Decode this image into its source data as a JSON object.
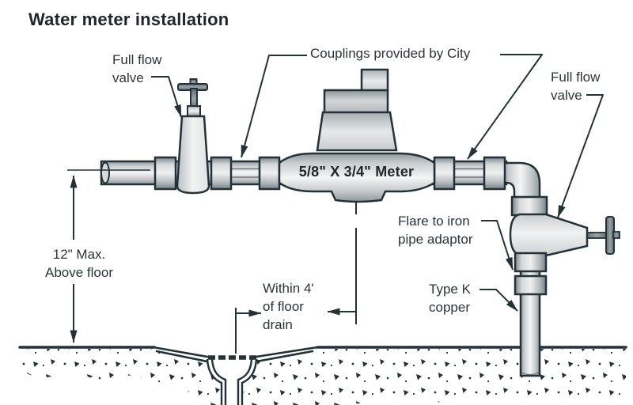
{
  "title": "Water meter installation",
  "colors": {
    "line": "#233138",
    "text": "#2b343a",
    "title_text": "#20272b",
    "metal_light": "#f4f5f5",
    "metal_mid": "#c6cbcd",
    "metal_dark": "#8e979b",
    "background": "#ffffff"
  },
  "labels": {
    "full_flow_valve_left": {
      "line1": "Full flow",
      "line2": "valve"
    },
    "couplings_provided": {
      "text": "Couplings provided by City"
    },
    "full_flow_valve_right": {
      "line1": "Full flow",
      "line2": "valve"
    },
    "meter_size": {
      "text": "5/8\" X 3/4\" Meter"
    },
    "max_above_floor": {
      "line1": "12\" Max.",
      "line2": "Above floor"
    },
    "within_floor_drain": {
      "line1": "Within 4'",
      "line2": "of floor",
      "line3": "drain"
    },
    "flare_adaptor": {
      "line1": "Flare to iron",
      "line2": "pipe adaptor"
    },
    "type_k_copper": {
      "line1": "Type K",
      "line2": "copper"
    }
  }
}
